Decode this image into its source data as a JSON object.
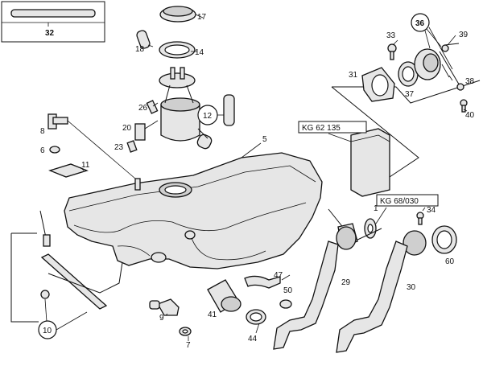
{
  "callouts": {
    "n1": "1",
    "n5": "5",
    "n6": "6",
    "n7": "7",
    "n8": "8",
    "n9": "9",
    "n10": "10",
    "n11": "11",
    "n12": "12",
    "n14": "14",
    "n17": "17",
    "n18": "18",
    "n20": "20",
    "n23": "23",
    "n26": "26",
    "n29": "29",
    "n30": "30",
    "n31": "31",
    "n32": "32",
    "n33": "33",
    "n34": "34",
    "n36": "36",
    "n37": "37",
    "n38": "38",
    "n39": "39",
    "n40": "40",
    "n41": "41",
    "n44": "44",
    "n47": "47",
    "n50": "50",
    "n60": "60"
  },
  "references": {
    "kg62135": "KG 62 135",
    "kg68030": "KG 68/030"
  }
}
